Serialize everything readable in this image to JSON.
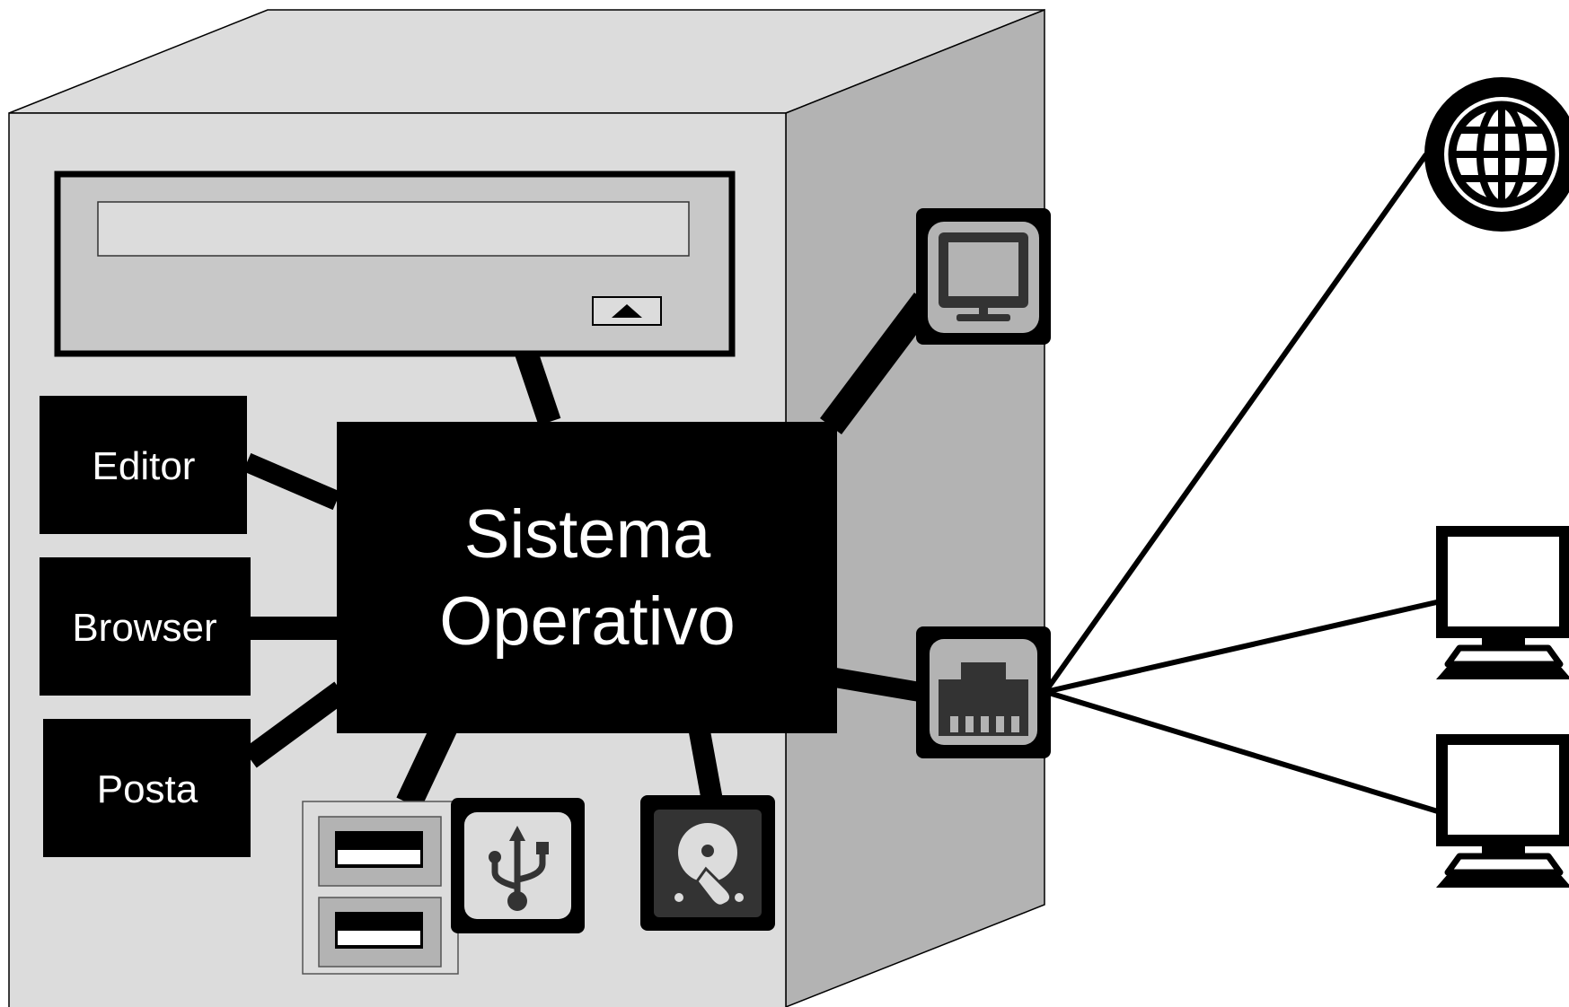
{
  "diagram": {
    "os_label_line1": "Sistema",
    "os_label_line2": "Operativo",
    "apps": [
      {
        "id": "editor",
        "label": "Editor"
      },
      {
        "id": "browser",
        "label": "Browser"
      },
      {
        "id": "posta",
        "label": "Posta"
      }
    ],
    "devices": {
      "optical_drive": "optical-drive",
      "monitor": "monitor-icon",
      "network_port": "ethernet-port-icon",
      "usb": "usb-icon",
      "hard_disk": "hard-disk-icon",
      "usb_ports": "usb-ports"
    },
    "network_nodes": [
      "globe-icon",
      "computer-icon",
      "computer-icon"
    ]
  },
  "colors": {
    "case_front": "#dcdcdc",
    "case_top": "#dcdcdc",
    "case_side": "#b3b3b3",
    "drive_face": "#c8c8c8",
    "box": "#000000",
    "box_text": "#ffffff",
    "icon_bg": "#333333",
    "icon_inner": "#b3b3b3"
  }
}
